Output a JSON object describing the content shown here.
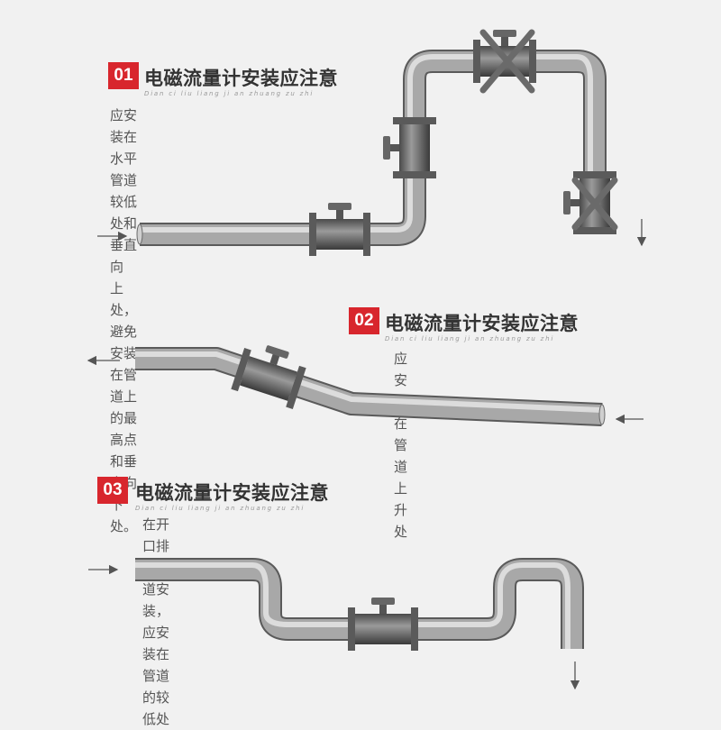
{
  "sections": [
    {
      "number": "01",
      "title": "电磁流量计安装应注意",
      "pinyin": "Dian ci liu liang ji an zhuang zu zhi",
      "description_lines": [
        "应安装在水平管道较低处和垂直向",
        "上处，避免安装在管道上的最高点",
        "和垂直向下处。"
      ]
    },
    {
      "number": "02",
      "title": "电磁流量计安装应注意",
      "pinyin": "Dian ci liu liang ji an zhuang zu zhi",
      "description_lines": [
        "应安装在管道上升处"
      ]
    },
    {
      "number": "03",
      "title": "电磁流量计安装应注意",
      "pinyin": "Dian ci liu liang ji an zhuang zu zhi",
      "description_lines": [
        "在开口排放管道安装，应安装在管道的较低处"
      ]
    }
  ],
  "colors": {
    "badge": "#d8262d",
    "pipe": "#8c8c8c",
    "pipe_highlight": "#d6d6d6",
    "arrow": "#555555"
  }
}
